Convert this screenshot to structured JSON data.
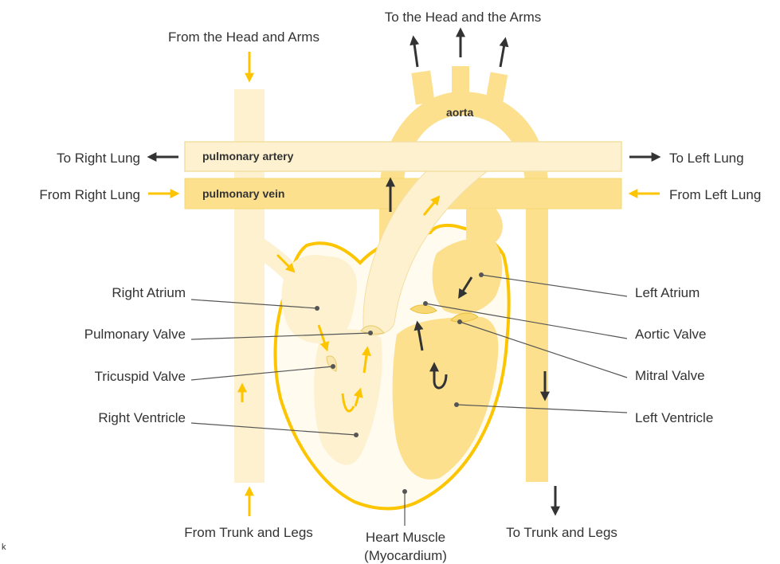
{
  "labels": {
    "to_head_arms": "To the Head and the Arms",
    "from_head_arms": "From the Head and Arms",
    "aorta": "aorta",
    "pulmonary_artery": "pulmonary artery",
    "pulmonary_vein": "pulmonary vein",
    "to_right_lung": "To Right Lung",
    "from_right_lung": "From Right Lung",
    "to_left_lung": "To Left Lung",
    "from_left_lung": "From Left Lung",
    "right_atrium": "Right Atrium",
    "pulmonary_valve": "Pulmonary Valve",
    "tricuspid_valve": "Tricuspid Valve",
    "right_ventricle": "Right Ventricle",
    "left_atrium": "Left Atrium",
    "aortic_valve": "Aortic Valve",
    "mitral_valve": "Mitral Valve",
    "left_ventricle": "Left Ventricle",
    "from_trunk_legs": "From Trunk and Legs",
    "to_trunk_legs": "To Trunk and Legs",
    "heart_muscle_line1": "Heart Muscle",
    "heart_muscle_line2": "(Myocardium)",
    "edge_mark": "k"
  },
  "colors": {
    "deoxygenated_fill": "#FDF1CF",
    "oxygenated_fill": "#FCE08E",
    "heart_outline": "#FDC500",
    "inflow_arrow": "#FDC500",
    "outflow_arrow": "#333333"
  }
}
